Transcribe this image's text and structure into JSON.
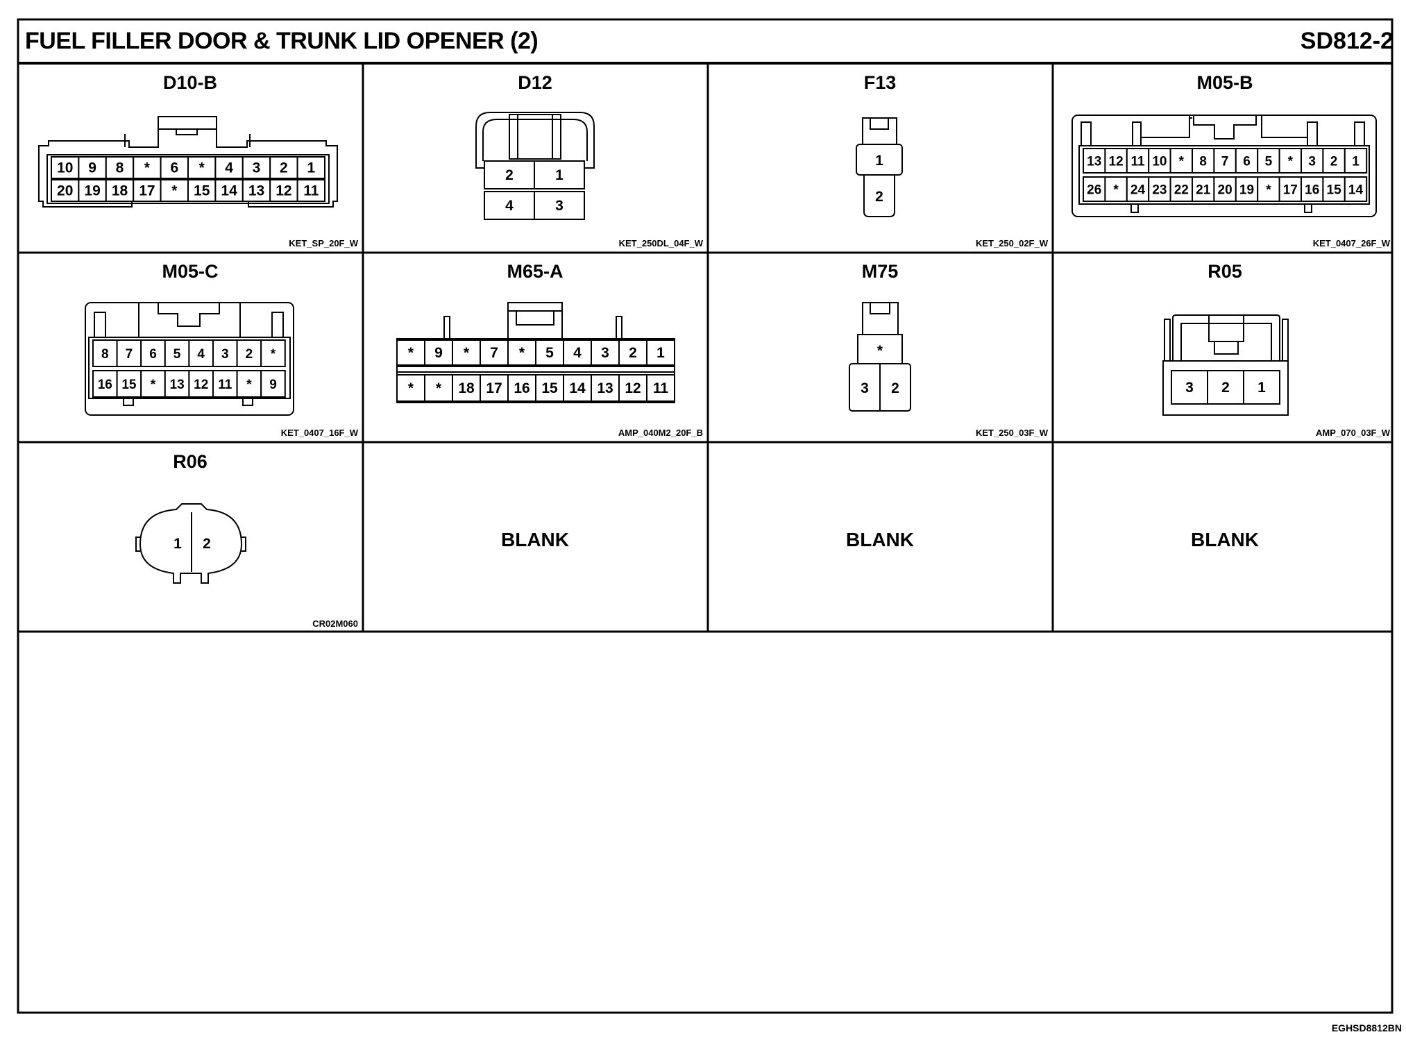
{
  "header": {
    "title": "FUEL FILLER DOOR & TRUNK LID OPENER (2)",
    "code": "SD812-2"
  },
  "footer": {
    "code": "EGHSD8812BN"
  },
  "connectors": {
    "d10b": {
      "name": "D10-B",
      "part": "KET_SP_20F_W",
      "row1": [
        "10",
        "9",
        "8",
        "*",
        "6",
        "*",
        "4",
        "3",
        "2",
        "1"
      ],
      "row2": [
        "20",
        "19",
        "18",
        "17",
        "*",
        "15",
        "14",
        "13",
        "12",
        "11"
      ]
    },
    "d12": {
      "name": "D12",
      "part": "KET_250DL_04F_W",
      "row1": [
        "2",
        "1"
      ],
      "row2": [
        "4",
        "3"
      ]
    },
    "f13": {
      "name": "F13",
      "part": "KET_250_02F_W",
      "pins": [
        "1",
        "2"
      ]
    },
    "m05b": {
      "name": "M05-B",
      "part": "KET_0407_26F_W",
      "row1": [
        "13",
        "12",
        "11",
        "10",
        "*",
        "8",
        "7",
        "6",
        "5",
        "*",
        "3",
        "2",
        "1"
      ],
      "row2": [
        "26",
        "*",
        "24",
        "23",
        "22",
        "21",
        "20",
        "19",
        "*",
        "17",
        "16",
        "15",
        "14"
      ]
    },
    "m05c": {
      "name": "M05-C",
      "part": "KET_0407_16F_W",
      "row1": [
        "8",
        "7",
        "6",
        "5",
        "4",
        "3",
        "2",
        "*"
      ],
      "row2": [
        "16",
        "15",
        "*",
        "13",
        "12",
        "11",
        "*",
        "9"
      ]
    },
    "m65a": {
      "name": "M65-A",
      "part": "AMP_040M2_20F_B",
      "row1": [
        "*",
        "9",
        "*",
        "7",
        "*",
        "5",
        "4",
        "3",
        "2",
        "1"
      ],
      "row2": [
        "*",
        "*",
        "18",
        "17",
        "16",
        "15",
        "14",
        "13",
        "12",
        "11"
      ]
    },
    "m75": {
      "name": "M75",
      "part": "KET_250_03F_W",
      "row1": [
        "*"
      ],
      "row2": [
        "3",
        "2"
      ]
    },
    "r05": {
      "name": "R05",
      "part": "AMP_070_03F_W",
      "pins": [
        "3",
        "2",
        "1"
      ]
    },
    "r06": {
      "name": "R06",
      "part": "CR02M060",
      "pins": [
        "1",
        "2"
      ]
    }
  },
  "blanks": {
    "b1": "BLANK",
    "b2": "BLANK",
    "b3": "BLANK"
  }
}
